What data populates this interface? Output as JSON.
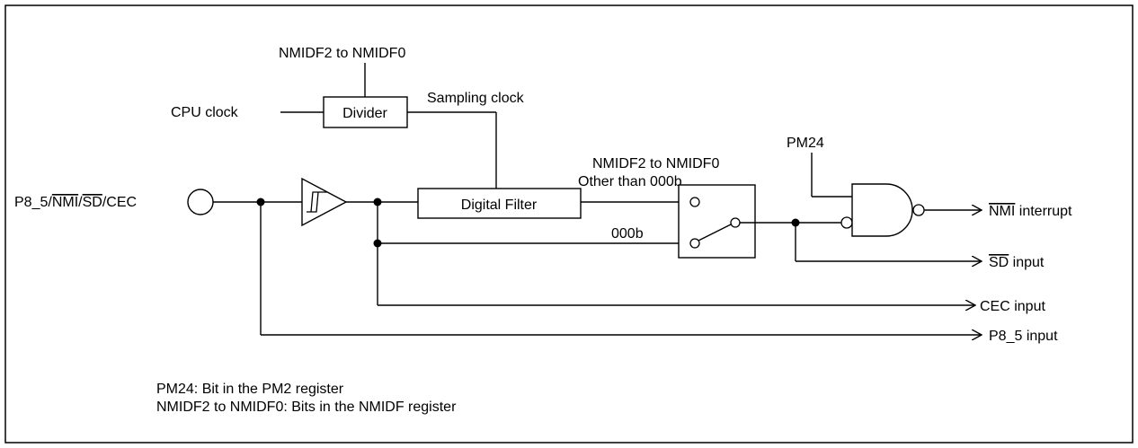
{
  "labels": {
    "nmidf_top": "NMIDF2 to NMIDF0",
    "cpu_clock": "CPU clock",
    "divider": "Divider",
    "sampling_clock": "Sampling clock",
    "pm24": "PM24",
    "nmidf_mid": "NMIDF2 to NMIDF0",
    "other_than": "Other than 000b",
    "digital_filter": "Digital Filter",
    "sel_000b": "000b",
    "pin_prefix": "P8_5/",
    "pin_nmi": "NMI",
    "pin_slash": "/",
    "pin_sd": "SD",
    "pin_suffix": "/CEC",
    "out_nmi_bar": "NMI",
    "out_nmi_rest": " interrupt",
    "out_sd_bar": "SD",
    "out_sd_rest": " input",
    "out_cec": "CEC input",
    "out_p85": "P8_5 input",
    "note1": "PM24: Bit in the PM2 register",
    "note2": "NMIDF2 to NMIDF0: Bits in the NMIDF register"
  }
}
